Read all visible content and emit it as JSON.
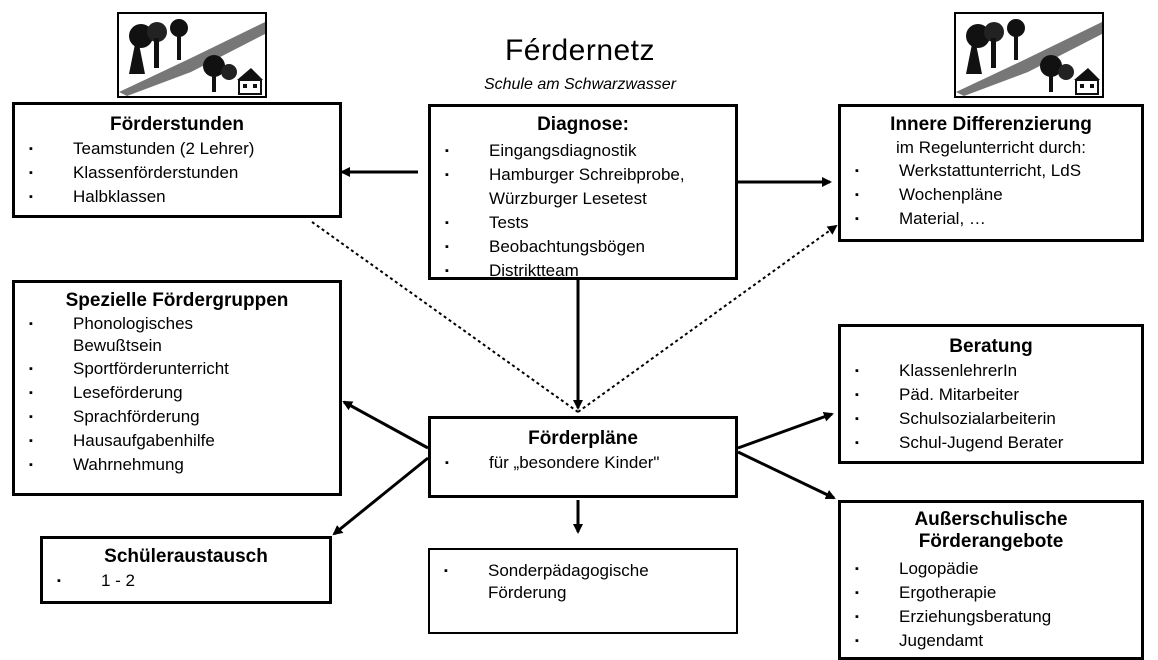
{
  "header": {
    "title": "Férdernetz",
    "subtitle": "Schule am Schwarzwasser"
  },
  "boxes": {
    "foerderstunden": {
      "title": "Förderstunden",
      "items": [
        "Teamstunden (2 Lehrer)",
        "Klassenförderstunden",
        "Halbklassen"
      ]
    },
    "diagnose": {
      "title": "Diagnose:",
      "items": [
        "Eingangsdiagnostik",
        "Hamburger Schreibprobe, Würzburger Lesetest",
        "Tests",
        "Beobachtungsbögen",
        "Distriktteam"
      ]
    },
    "differenzierung": {
      "title": "Innere Differenzierung",
      "subtitle": "im Regelunterricht durch:",
      "items": [
        "Werkstattunterricht, LdS",
        "Wochenpläne",
        "Material, …"
      ]
    },
    "spezielle": {
      "title": "Spezielle Fördergruppen",
      "items": [
        "Phonologisches Bewußtsein",
        "Sportförderunterricht",
        "Leseförderung",
        "Sprachförderung",
        "Hausaufgabenhilfe",
        "Wahrnehmung"
      ]
    },
    "beratung": {
      "title": "Beratung",
      "items": [
        "KlassenlehrerIn",
        "Päd. Mitarbeiter",
        "Schulsozialarbeiterin",
        "Schul-Jugend Berater"
      ]
    },
    "foerderplaene": {
      "title": "Förderpläne",
      "items": [
        "für „besondere Kinder\""
      ]
    },
    "schueleraustausch": {
      "title": "Schüleraustausch",
      "items": [
        "1 - 2"
      ]
    },
    "sonderpaed": {
      "items": [
        "Sonderpädagogische Förderung"
      ]
    },
    "ausserschulisch": {
      "title": "Außerschulische Förderangebote",
      "items": [
        "Logopädie",
        "Ergotherapie",
        "Erziehungsberatung",
        "Jugendamt"
      ]
    }
  }
}
